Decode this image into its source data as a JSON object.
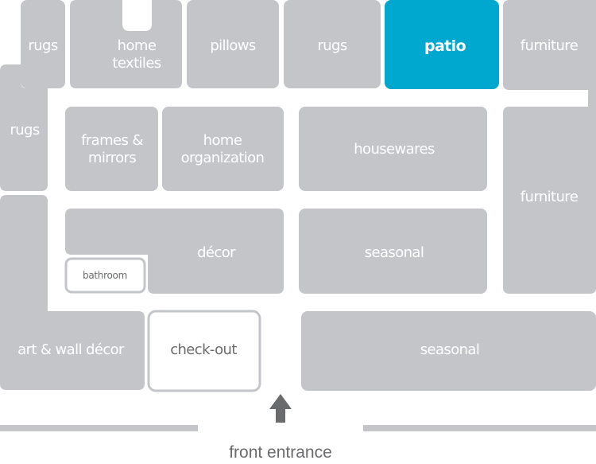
{
  "store_map": {
    "highlighted_department": "patio",
    "colors": {
      "department": "#c3c5c9",
      "highlight": "#00a7cf",
      "label": "#ffffff",
      "dark_label": "#6a6b6d",
      "arrow": "#6a6b6d"
    },
    "departments": {
      "rugs_top": {
        "label": "rugs"
      },
      "home_textiles": {
        "line1": "home",
        "line2": "textiles"
      },
      "pillows": {
        "label": "pillows"
      },
      "rugs_center": {
        "label": "rugs"
      },
      "patio": {
        "label": "patio"
      },
      "furniture_top": {
        "label": "furniture"
      },
      "rugs_left": {
        "label": "rugs"
      },
      "frames_mirrors": {
        "line1": "frames &",
        "line2": "mirrors"
      },
      "home_organization": {
        "line1": "home",
        "line2": "organization"
      },
      "housewares": {
        "label": "housewares"
      },
      "furniture_right": {
        "label": "furniture"
      },
      "decor": {
        "label": "décor"
      },
      "seasonal_middle": {
        "label": "seasonal"
      },
      "bathroom": {
        "label": "bathroom"
      },
      "art_wall_decor": {
        "label": "art & wall décor"
      },
      "checkout": {
        "label": "check-out"
      },
      "seasonal_bottom": {
        "label": "seasonal"
      }
    },
    "entrance": {
      "label": "front entrance",
      "icon": "arrow-up-icon"
    }
  }
}
